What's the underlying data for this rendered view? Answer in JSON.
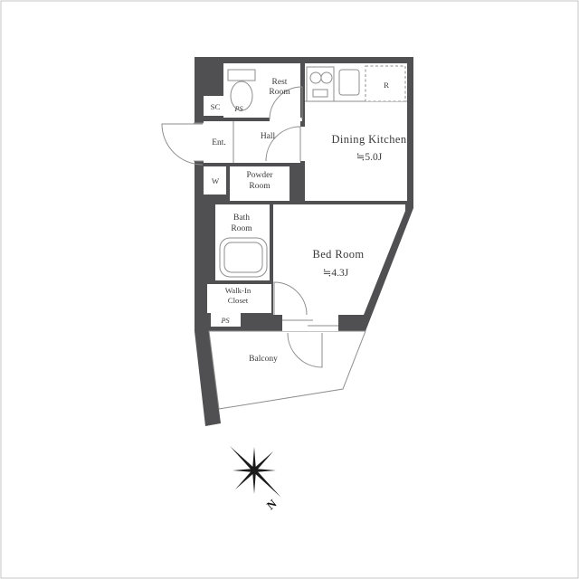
{
  "plan": {
    "labels": {
      "rest_room": [
        "Rest",
        "Room"
      ],
      "sc": "SC",
      "ps_upper": "PS",
      "ent": "Ent.",
      "hall": "Hall",
      "dining_kitchen": "Dining Kitchen",
      "dining_kitchen_size": "≒5.0J",
      "refrigerator": "R",
      "washer": "W",
      "powder_room": [
        "Powder",
        "Room"
      ],
      "bath_room": [
        "Bath",
        "Room"
      ],
      "bed_room": "Bed Room",
      "bed_room_size": "≒4.3J",
      "walk_in_closet": [
        "Walk-In",
        "Closet"
      ],
      "ps_lower": "PS",
      "balcony": "Balcony"
    },
    "compass": {
      "north": "N"
    },
    "colors": {
      "wall": "#505052",
      "line": "#8e8e8e",
      "text": "#3a3a3a"
    }
  }
}
